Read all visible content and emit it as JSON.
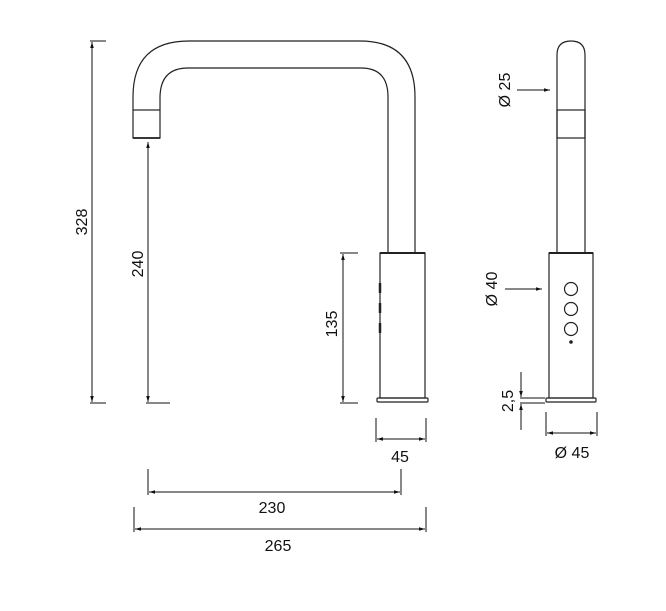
{
  "drawing": {
    "type": "faucet technical dimension drawing",
    "line_color": "#1a1a1a",
    "front_view": {
      "overall_height": "328",
      "spout_outlet_height": "240",
      "base_body_height": "135",
      "base_diameter": "45",
      "spout_reach": "230",
      "overall_depth": "265"
    },
    "side_view": {
      "spout_diameter": "Ø 25",
      "body_diameter": "Ø 40",
      "base_plate_thickness": "2,5",
      "base_diameter": "Ø 45"
    }
  }
}
